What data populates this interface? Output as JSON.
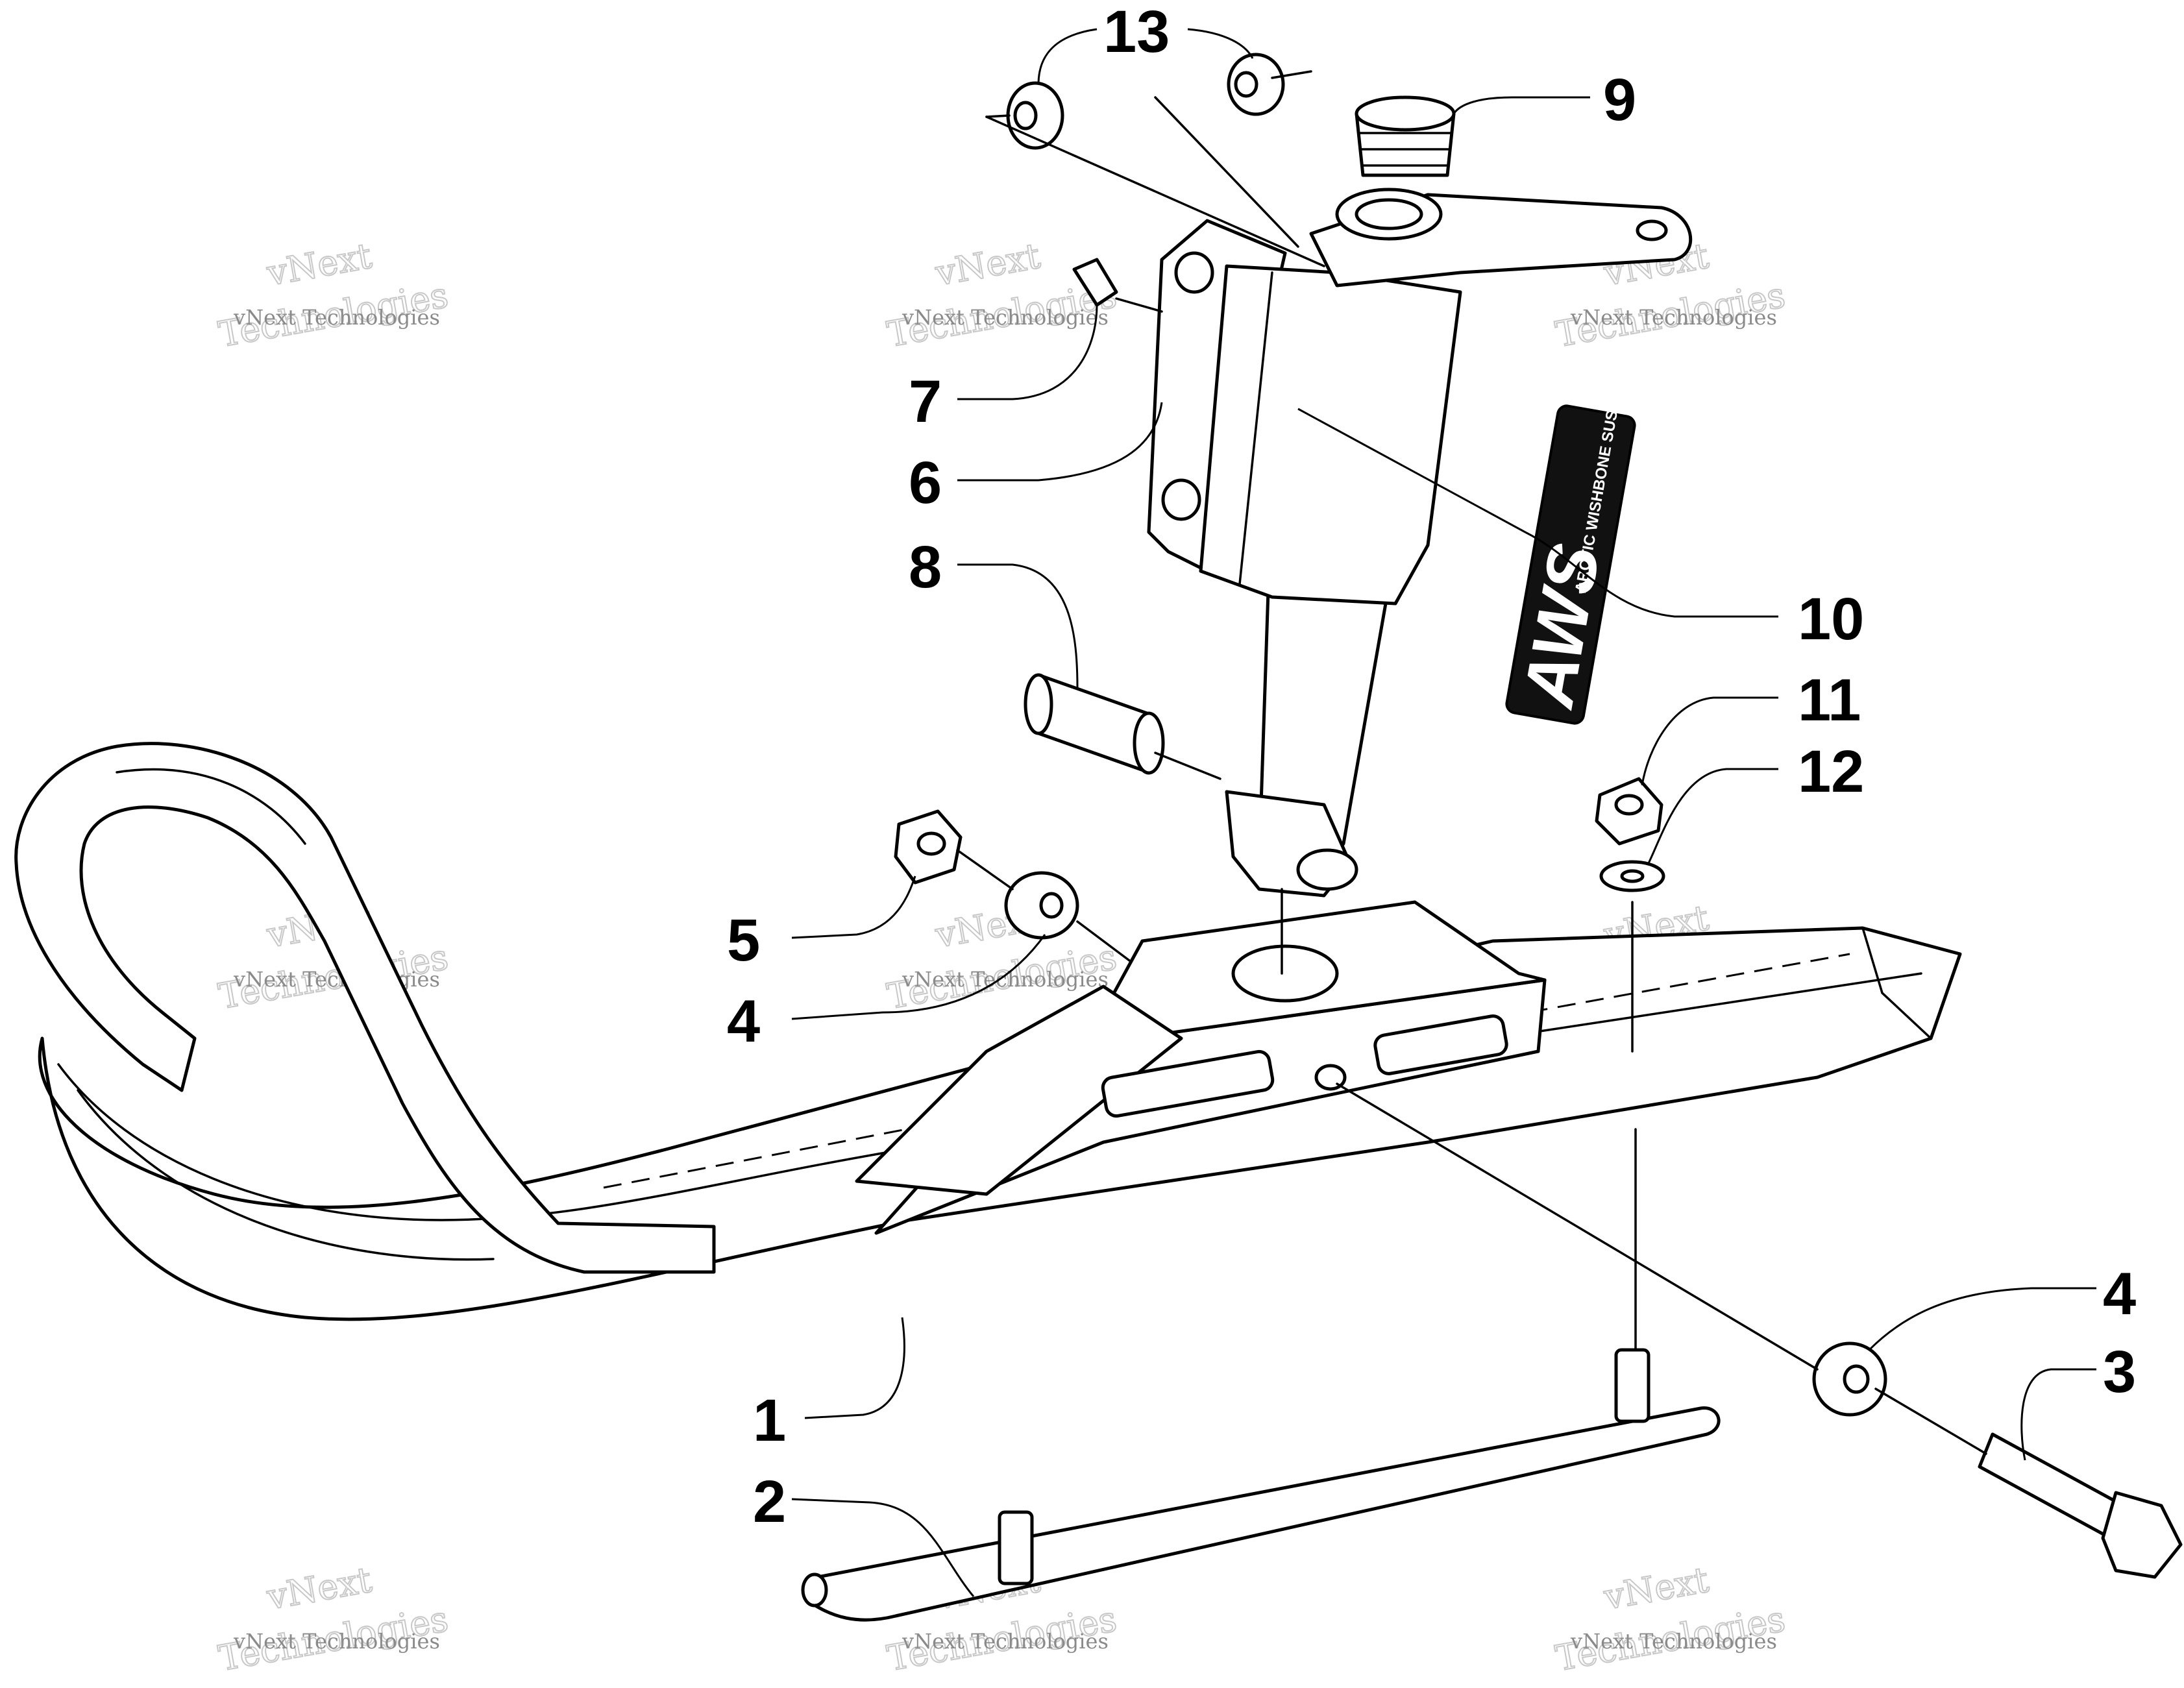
{
  "callouts": [
    "1",
    "2",
    "3",
    "4",
    "4",
    "5",
    "6",
    "7",
    "8",
    "9",
    "10",
    "11",
    "12",
    "13"
  ],
  "decal": {
    "logo": "AWS",
    "subtitle": "ARCTIC WISHBONE SUSPENSION"
  },
  "watermark": {
    "line1": "vNext Technologies",
    "line2": "vNext",
    "line3": "Technologies"
  },
  "colors": {
    "ink": "#000000",
    "paper": "#ffffff",
    "watermark": "#8a8a8a"
  }
}
